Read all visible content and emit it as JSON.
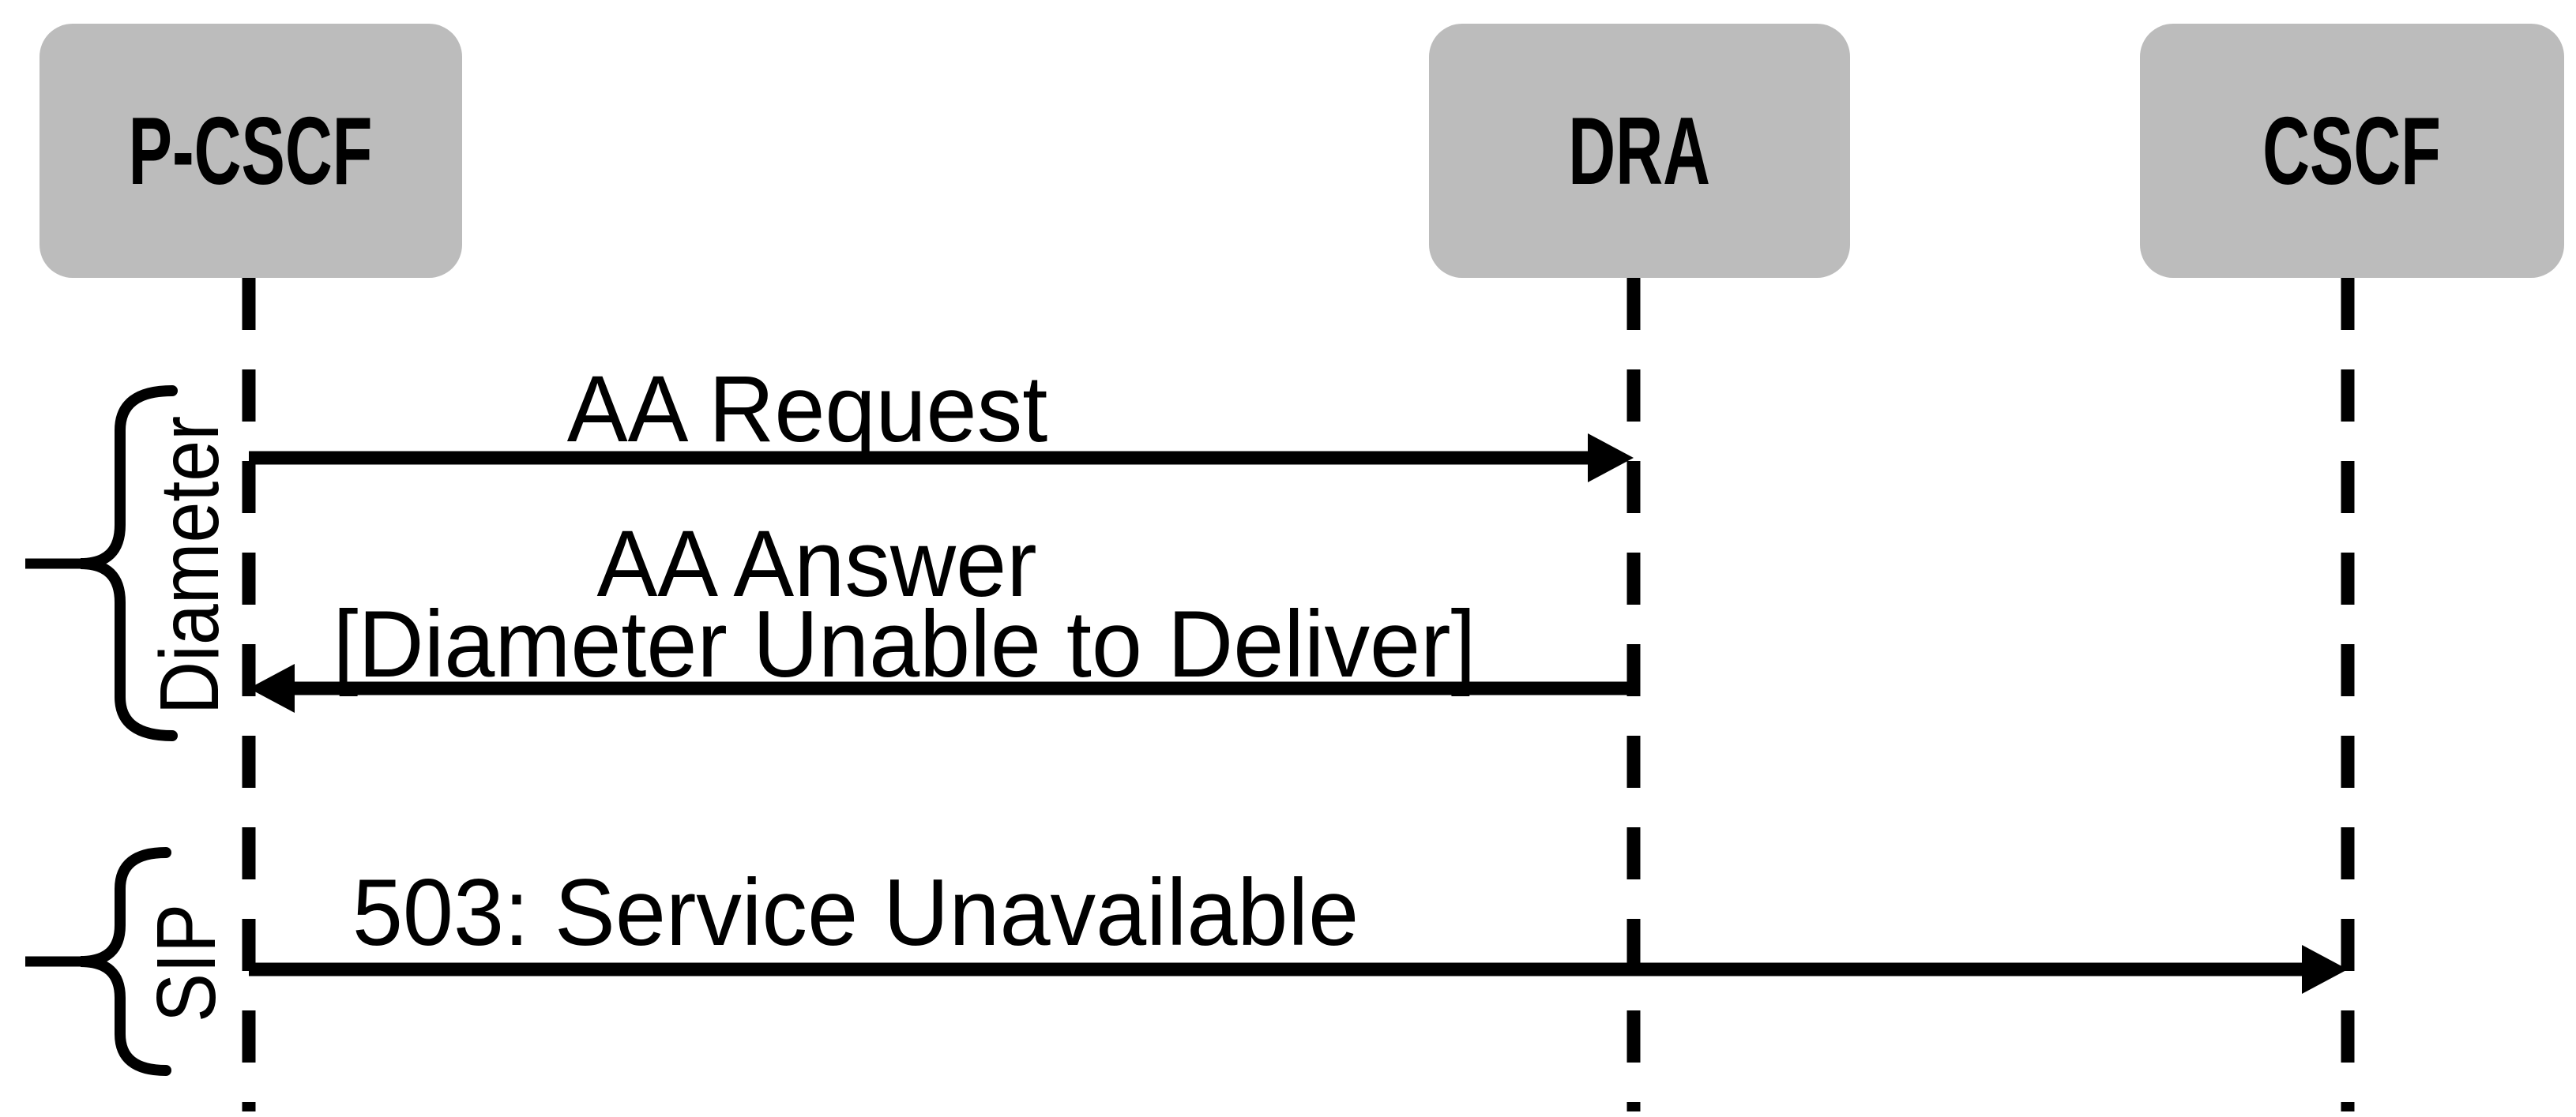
{
  "diagram_type": "sequence-diagram",
  "colors": {
    "actor_fill": "#bcbcbc",
    "line": "#000000",
    "text": "#000000",
    "background": "#ffffff"
  },
  "actors": [
    {
      "label": "P-CSCF"
    },
    {
      "label": "DRA"
    },
    {
      "label": "CSCF"
    }
  ],
  "messages": [
    {
      "from": "P-CSCF",
      "to": "DRA",
      "label": "AA Request",
      "protocol": "Diameter"
    },
    {
      "from": "DRA",
      "to": "P-CSCF",
      "label": "AA Answer",
      "qualifier": "[Diameter Unable to Deliver]",
      "protocol": "Diameter"
    },
    {
      "from": "P-CSCF",
      "to": "CSCF",
      "label": "503: Service Unavailable",
      "protocol": "SIP"
    }
  ],
  "protocol_groups": [
    {
      "label": "Diameter",
      "spans_messages": [
        "AA Request",
        "AA Answer"
      ]
    },
    {
      "label": "SIP",
      "spans_messages": [
        "503: Service Unavailable"
      ]
    }
  ]
}
